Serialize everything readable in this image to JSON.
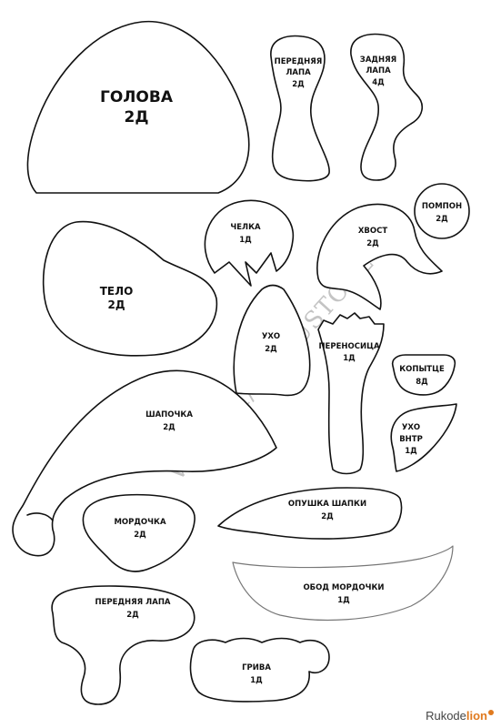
{
  "pieces": {
    "head": {
      "name": "ГОЛОВА",
      "count": "2Д"
    },
    "front_paw_top": {
      "line1": "ПЕРЕДНЯЯ",
      "line2": "ЛАПА",
      "count": "2Д"
    },
    "back_paw": {
      "line1": "ЗАДНЯЯ",
      "line2": "ЛАПА",
      "count": "4Д"
    },
    "pompom": {
      "name": "ПОМПОН",
      "count": "2Д"
    },
    "bangs": {
      "name": "ЧЕЛКА",
      "count": "1Д"
    },
    "tail": {
      "name": "ХВОСТ",
      "count": "2Д"
    },
    "body": {
      "name": "ТЕЛО",
      "count": "2Д"
    },
    "ear": {
      "name": "УХО",
      "count": "2Д"
    },
    "nose_bridge": {
      "name": "ПЕРЕНОСИЦА",
      "count": "1Д"
    },
    "hoof": {
      "name": "КОПЫТЦЕ",
      "count": "8Д"
    },
    "ear_inner": {
      "line1": "УХО",
      "line2": "ВНТР",
      "count": "1Д"
    },
    "hat": {
      "name": "ШАПОЧКА",
      "count": "2Д"
    },
    "hat_trim": {
      "name": "ОПУШКА ШАПКИ",
      "count": "2Д"
    },
    "muzzle": {
      "name": "МОРДОЧКА",
      "count": "2Д"
    },
    "muzzle_rim": {
      "name": "ОБОД МОРДОЧКИ",
      "count": "1Д"
    },
    "front_paw_bottom": {
      "line1": "ПЕРЕДНЯЯ ЛАПА",
      "count": "2Д"
    },
    "mane": {
      "name": "ГРИВА",
      "count": "1Д"
    }
  },
  "watermark": "VK.COM/MANUSTORE",
  "logo": {
    "prefix": "Rukode",
    "accent": "lion"
  },
  "colors": {
    "outline": "#111111",
    "watermark": "#c4c4c4",
    "logo_accent": "#e07a1f"
  }
}
